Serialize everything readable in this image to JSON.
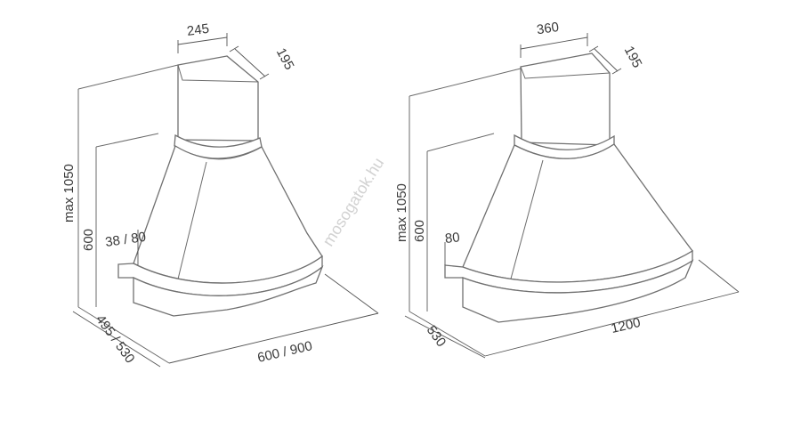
{
  "left_hood": {
    "chimney_width": "245",
    "chimney_depth": "195",
    "max_height": "max 1050",
    "body_height": "600",
    "lip_height": "38 / 80",
    "width": "600 / 900",
    "depth": "495 / 530"
  },
  "right_hood": {
    "chimney_width": "360",
    "chimney_depth": "195",
    "max_height": "max 1050",
    "body_height": "600",
    "lip_height": "80",
    "width": "1200",
    "depth": "530"
  },
  "watermark": "mosogatok.hu"
}
